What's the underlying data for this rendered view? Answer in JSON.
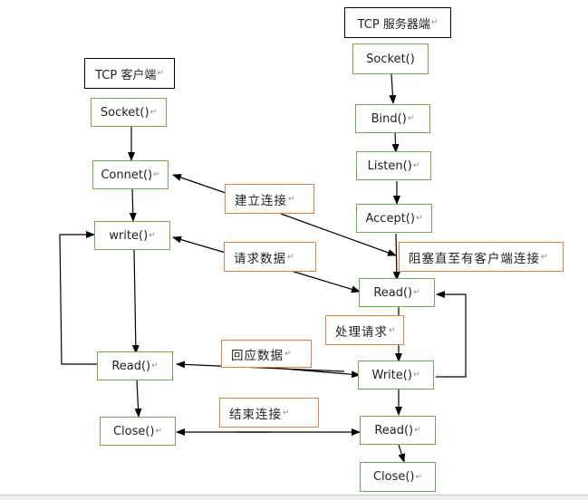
{
  "server": {
    "title": "TCP 服务器端",
    "steps": {
      "socket": "Socket()",
      "bind": "Bind()",
      "listen": "Listen()",
      "accept": "Accept()",
      "read": "Read()",
      "write": "Write()",
      "read2": "Read()",
      "close": "Close()"
    }
  },
  "client": {
    "title": "TCP 客户端",
    "steps": {
      "socket": "Socket()",
      "connect": "Connet()",
      "write": "write()",
      "read": "Read()",
      "close": "Close()"
    }
  },
  "labels": {
    "establish": "建立连接",
    "request": "请求数据",
    "block": "阻塞直至有客户端连接",
    "process": "处理请求",
    "response": "回应数据",
    "end": "结束连接"
  },
  "paragraph_mark": "↵",
  "colors": {
    "step_border": "#70ad47",
    "label_border": "#ed7d31",
    "title_border": "#000000"
  }
}
